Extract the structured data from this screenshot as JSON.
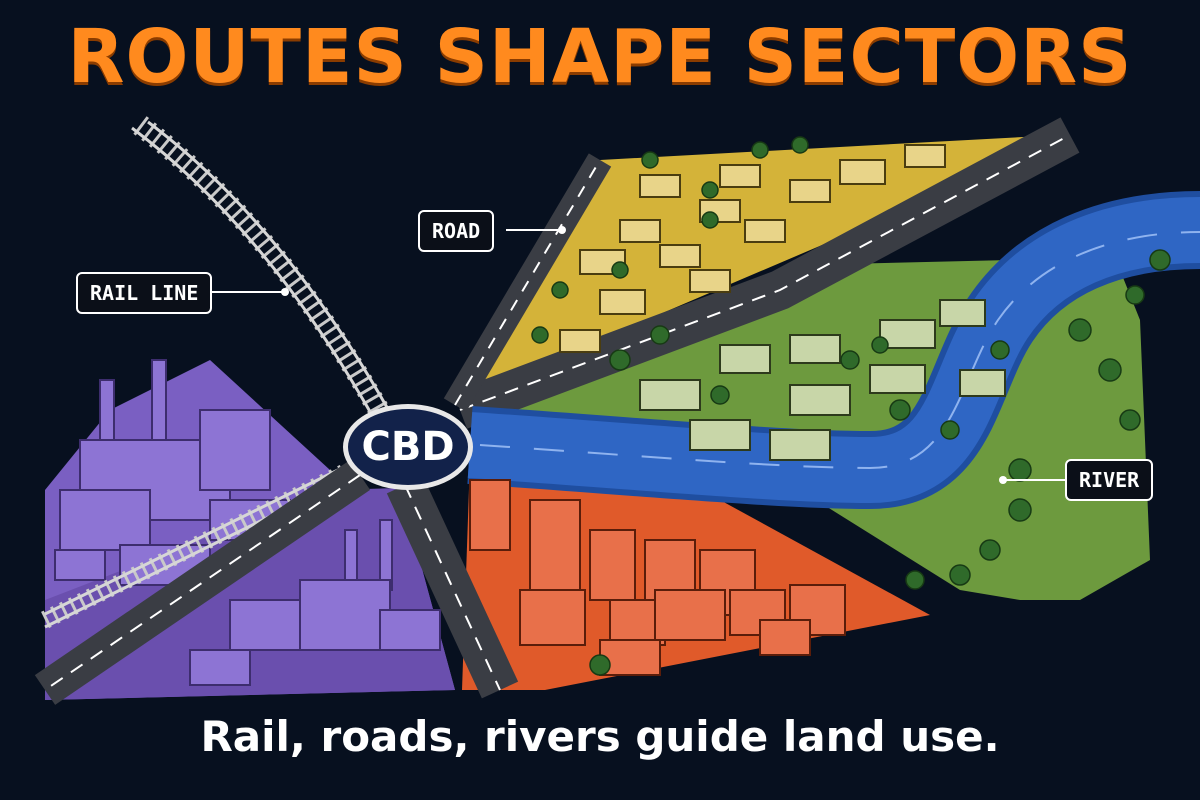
{
  "title": "ROUTES SHAPE SECTORS",
  "caption": "Rail, roads, rivers guide land use.",
  "center_label": "CBD",
  "callouts": {
    "rail": "RAIL LINE",
    "road": "ROAD",
    "river": "RIVER"
  },
  "colors": {
    "background": "#07101f",
    "title": "#ff8a1e",
    "industrial": "#7a5fc2",
    "low_income_housing": "#d4b339",
    "middle_income_housing": "#6d9a3e",
    "commercial": "#e05a2a",
    "river": "#2f66c4",
    "road": "#3a3d44"
  }
}
